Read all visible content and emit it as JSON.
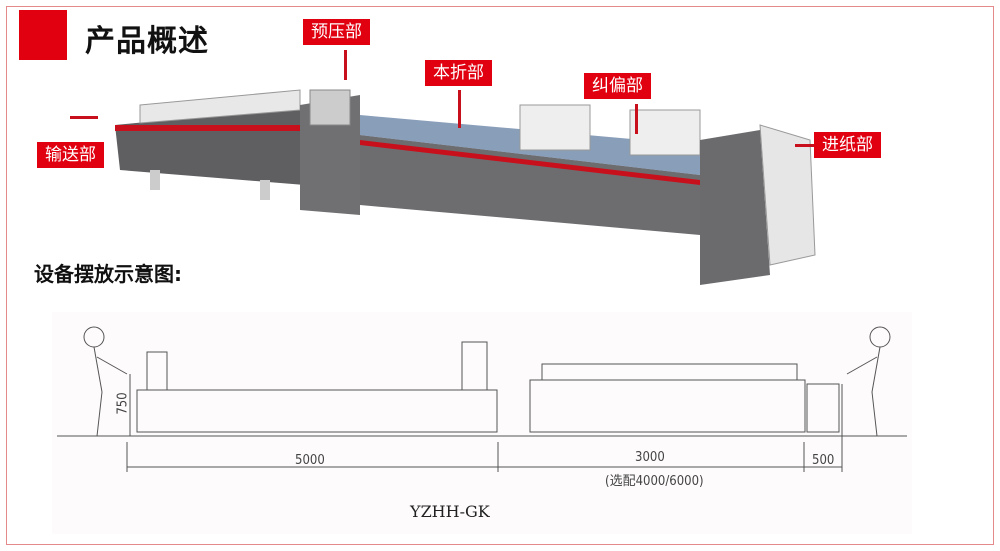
{
  "header": {
    "title": "产品概述"
  },
  "machine_labels": {
    "pre_press": "预压部",
    "pre_fold": "本折部",
    "correction": "纠偏部",
    "feeder": "进纸部",
    "delivery": "输送部"
  },
  "layout_section": {
    "title": "设备摆放示意图:"
  },
  "diagram": {
    "height_dim": "750",
    "dim_main": "5000",
    "dim_conveyor": "3000",
    "dim_conveyor_option": "(选配4000/6000)",
    "dim_end": "500",
    "model": "YZHH-GK"
  },
  "colors": {
    "accent": "#e00010",
    "machine_body": "#6b6b6e"
  }
}
